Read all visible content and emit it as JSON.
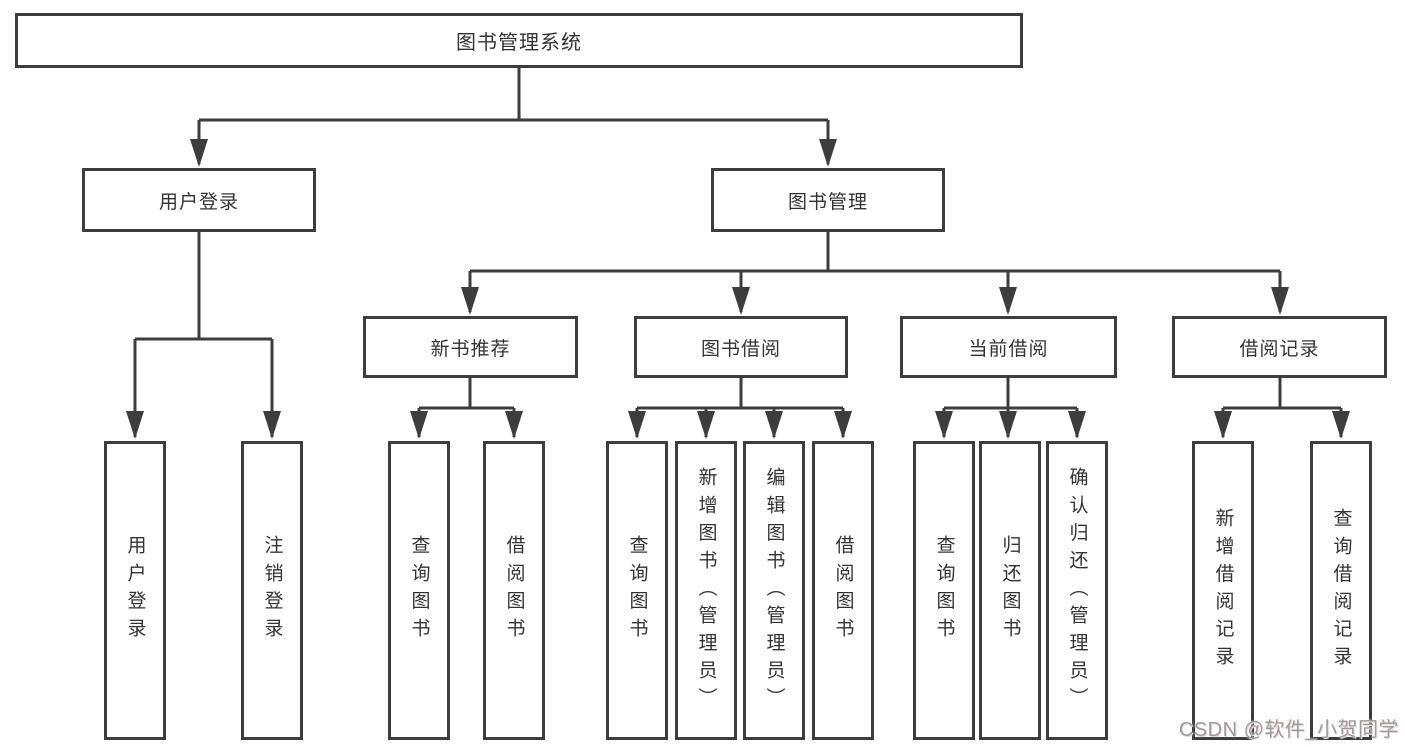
{
  "diagram": {
    "root": {
      "label": "图书管理系统"
    },
    "branches": [
      {
        "label": "用户登录",
        "children": [
          "用户登录",
          "注销登录"
        ]
      },
      {
        "label": "图书管理",
        "groups": [
          {
            "label": "新书推荐",
            "children": [
              "查询图书",
              "借阅图书"
            ]
          },
          {
            "label": "图书借阅",
            "children": [
              "查询图书",
              "新增图书（管理员）",
              "编辑图书（管理员）",
              "借阅图书"
            ]
          },
          {
            "label": "当前借阅",
            "children": [
              "查询图书",
              "归还图书",
              "确认归还（管理员）"
            ]
          },
          {
            "label": "借阅记录",
            "children": [
              "新增借阅记录",
              "查询借阅记录"
            ]
          }
        ]
      }
    ]
  },
  "watermark": {
    "text": "CSDN @软件_小贺同学"
  },
  "colors": {
    "line": "#3d3d3d",
    "text": "#333333",
    "background": "#ffffff",
    "watermark_gray": "#9c9c9c"
  }
}
